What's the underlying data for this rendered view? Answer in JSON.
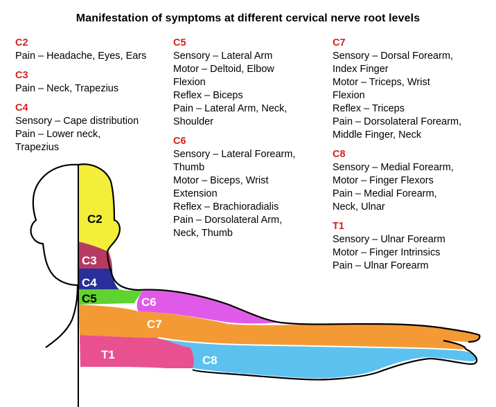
{
  "title": "Manifestation of symptoms at different cervical nerve root levels",
  "columns": [
    [
      {
        "level": "C2",
        "lines": [
          "Pain – Headache, Eyes, Ears"
        ]
      },
      {
        "level": "C3",
        "lines": [
          "Pain – Neck, Trapezius"
        ]
      },
      {
        "level": "C4",
        "lines": [
          "Sensory – Cape distribution",
          "Pain – Lower neck,",
          "Trapezius"
        ]
      }
    ],
    [
      {
        "level": "C5",
        "lines": [
          "Sensory – Lateral Arm",
          "Motor – Deltoid, Elbow",
          "Flexion",
          "Reflex – Biceps",
          "Pain – Lateral Arm, Neck,",
          "Shoulder"
        ]
      },
      {
        "level": "C6",
        "lines": [
          "Sensory – Lateral Forearm,",
          "Thumb",
          "Motor – Biceps, Wrist",
          "Extension",
          "Reflex – Brachioradialis",
          "Pain – Dorsolateral Arm,",
          "Neck, Thumb"
        ]
      }
    ],
    [
      {
        "level": "C7",
        "lines": [
          "Sensory – Dorsal Forearm,",
          "Index Finger",
          "Motor – Triceps, Wrist",
          "Flexion",
          "Reflex – Triceps",
          "Pain – Dorsolateral Forearm,",
          "Middle Finger, Neck"
        ]
      },
      {
        "level": "C8",
        "lines": [
          "Sensory – Medial Forearm,",
          "Motor – Finger Flexors",
          "Pain – Medial Forearm,",
          "Neck, Ulnar"
        ]
      },
      {
        "level": "T1",
        "lines": [
          "Sensory – Ulnar Forearm",
          "Motor – Finger Intrinsics",
          "Pain – Ulnar Forearm"
        ]
      }
    ]
  ],
  "diagram": {
    "labels": {
      "c2": "C2",
      "c3": "C3",
      "c4": "C4",
      "c5": "C5",
      "c6": "C6",
      "c7": "C7",
      "c8": "C8",
      "t1": "T1"
    },
    "colors": {
      "c2": "#f2ee3a",
      "c3": "#b73a63",
      "c4": "#2a2f9b",
      "c5": "#5fd32e",
      "c6": "#e05ae8",
      "c7": "#f39a35",
      "c8": "#5cc1ee",
      "t1": "#e9508f",
      "level_text": "#d42020"
    }
  }
}
